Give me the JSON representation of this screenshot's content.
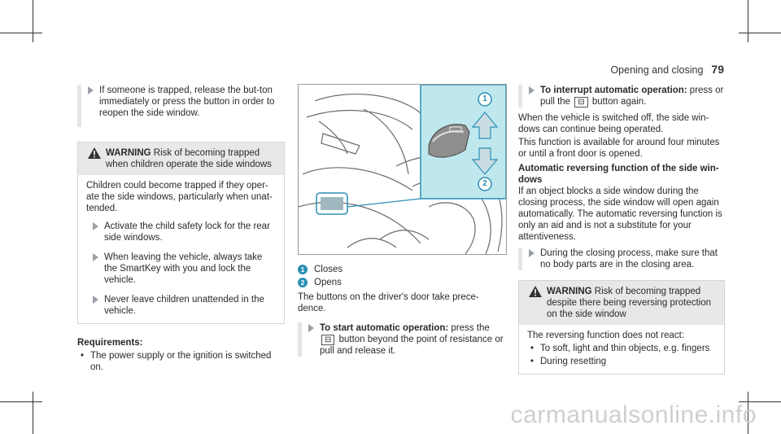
{
  "header": {
    "section": "Opening and closing",
    "page": "79"
  },
  "left": {
    "step1": "If someone is trapped, release the but-ton immediately or press the button in order to reopen the side window.",
    "warning": {
      "label": "WARNING",
      "title": "Risk of becoming trapped when children operate the side windows",
      "body": "Children could become trapped if they oper-ate the side windows, particularly when unat-tended.",
      "steps": [
        "Activate the child safety lock for the rear side windows.",
        "When leaving the vehicle, always take the SmartKey with you and lock the vehicle.",
        "Never leave children unattended in the vehicle."
      ]
    },
    "req_title": "Requirements:",
    "req_item": "The power supply or the ignition is switched on."
  },
  "middle": {
    "legend": [
      {
        "n": "1",
        "text": "Closes"
      },
      {
        "n": "2",
        "text": "Opens"
      }
    ],
    "para": "The buttons on the driver's door take prece-dence.",
    "step_title": "To start automatic operation:",
    "step_text_a": "press the",
    "button_glyph": "⊟",
    "step_text_b": "button beyond the point of resistance or pull and release it."
  },
  "right": {
    "step_title": "To interrupt automatic operation:",
    "step_text_a": "press or pull the",
    "button_glyph": "⊟",
    "step_text_b": "button again.",
    "para1": "When the vehicle is switched off, the side win-dows can continue being operated.",
    "para2": "This function is available for around four minutes or until a front door is opened.",
    "heading": "Automatic reversing function of the side win-dows",
    "para3": "If an object blocks a side window during the closing process, the side window will open again automatically. The automatic reversing function is only an aid and is not a substitute for your attentiveness.",
    "step2": "During the closing process, make sure that no body parts are in the closing area.",
    "warning": {
      "label": "WARNING",
      "title": "Risk of becoming trapped despite there being reversing protection on the side window",
      "body": "The reversing function does not react:",
      "bullets": [
        "To soft, light and thin objects, e.g. fingers",
        "During resetting"
      ]
    }
  },
  "figure": {
    "label_1": "1",
    "label_2": "2"
  },
  "watermark": "carmanualsonline.info",
  "colors": {
    "accent": "#2b8fb4",
    "highlight": "#bfe8ee"
  }
}
